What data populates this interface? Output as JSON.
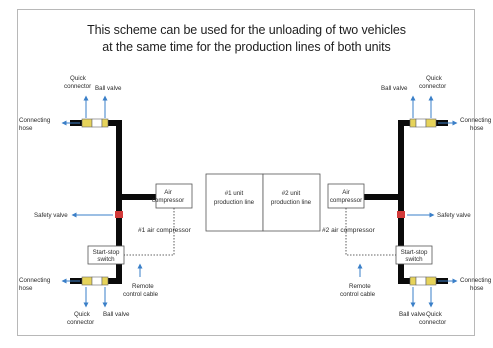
{
  "title": {
    "line1": "This scheme can be used for the unloading of two vehicles",
    "line2": "at the same time for the production lines of both units"
  },
  "labels": {
    "quick_connector": [
      "Quick",
      "connector"
    ],
    "ball_valve": "Ball valve",
    "connecting_hose": [
      "Connecting",
      "hose"
    ],
    "air_compressor_box": [
      "Air",
      "compressor"
    ],
    "compressor_1": "#1 air compressor",
    "compressor_2": "#2 air compressor",
    "safety_valve": "Safety valve",
    "start_stop_switch": [
      "Start-stop",
      "switch"
    ],
    "remote_control_cable": [
      "Remote",
      "control cable"
    ],
    "unit1_line": [
      "#1 unit",
      "production line"
    ],
    "unit2_line": [
      "#2 unit",
      "production line"
    ]
  },
  "colors": {
    "pipe": "#0a0a0a",
    "safety_valve_marker": "#d23a3a",
    "connector_yellow": "#e6d35a",
    "arrow_blue": "#3a7fc8",
    "box_border": "#555555"
  }
}
